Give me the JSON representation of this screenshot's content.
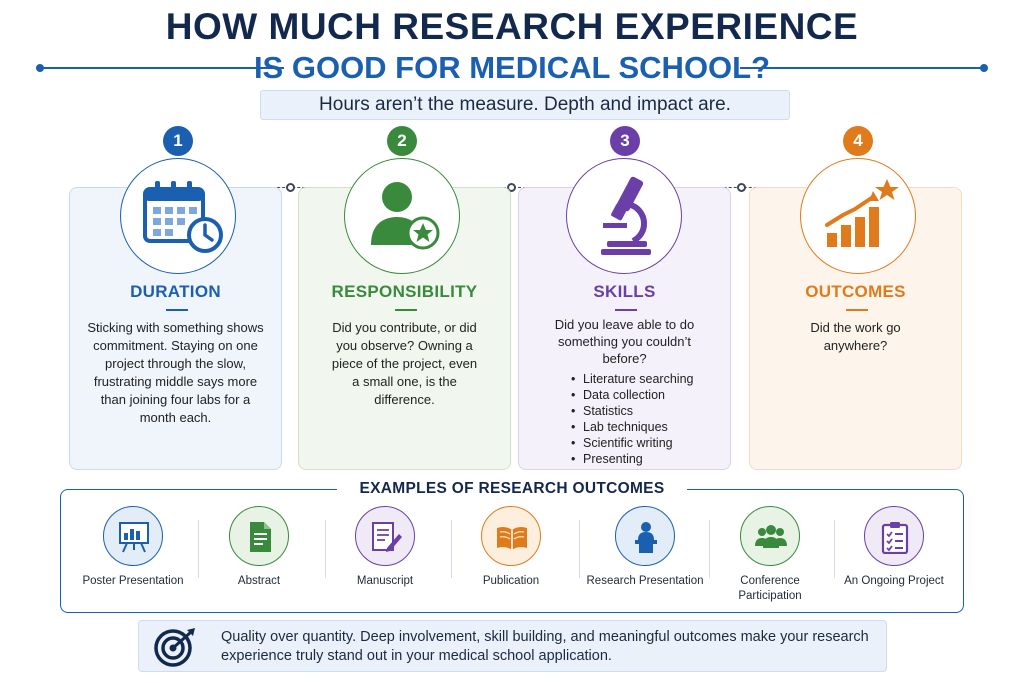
{
  "header": {
    "title_line1": "HOW MUCH RESEARCH EXPERIENCE",
    "title_line2": "IS GOOD FOR MEDICAL SCHOOL?",
    "subtitle": "Hours aren’t the measure. Depth and impact are."
  },
  "cards": [
    {
      "number": "1",
      "heading": "DURATION",
      "icon": "calendar-clock-icon",
      "color": "#1b5fb0",
      "text": "Sticking with something shows commitment. Staying on one project through the slow, frustrating middle says more than joining four labs for a month each."
    },
    {
      "number": "2",
      "heading": "RESPONSIBILITY",
      "icon": "person-star-icon",
      "color": "#3a8a3e",
      "text": "Did you contribute, or did you observe? Owning a piece of the project, even a small one, is the difference."
    },
    {
      "number": "3",
      "heading": "SKILLS",
      "icon": "microscope-icon",
      "color": "#6a3fa7",
      "text": "Did you leave able to do something you couldn’t before?",
      "bullets": [
        "Literature searching",
        "Data collection",
        "Statistics",
        "Lab techniques",
        "Scientific writing",
        "Presenting"
      ]
    },
    {
      "number": "4",
      "heading": "OUTCOMES",
      "icon": "growth-chart-star-icon",
      "color": "#e07b1c",
      "text": "Did the work go anywhere?"
    }
  ],
  "examples": {
    "heading": "EXAMPLES OF RESEARCH OUTCOMES",
    "items": [
      {
        "label": "Poster Presentation",
        "icon": "poster-easel-icon"
      },
      {
        "label": "Abstract",
        "icon": "document-icon"
      },
      {
        "label": "Manuscript",
        "icon": "manuscript-pen-icon"
      },
      {
        "label": "Publication",
        "icon": "open-book-icon"
      },
      {
        "label": "Research Presentation",
        "icon": "podium-speaker-icon"
      },
      {
        "label": "Conference Participation",
        "icon": "group-people-icon"
      },
      {
        "label": "An Ongoing Project",
        "icon": "clipboard-checklist-icon"
      }
    ]
  },
  "footer": {
    "icon": "target-arrow-icon",
    "text": "Quality over quantity. Deep involvement, skill building, and meaningful outcomes make your research experience truly stand out in your medical school application."
  }
}
